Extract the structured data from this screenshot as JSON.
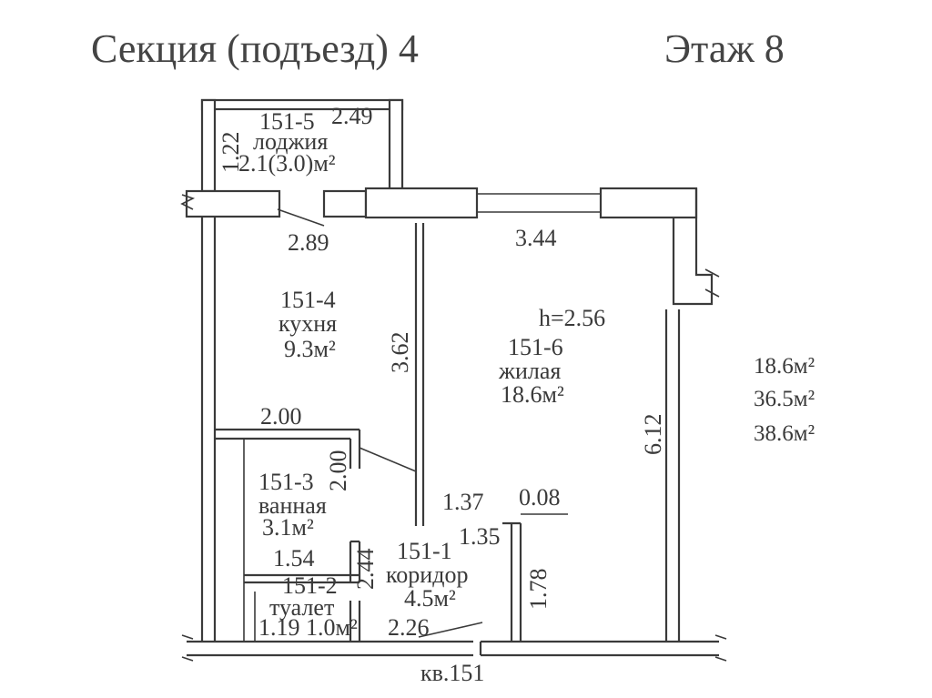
{
  "header": {
    "section": "Секция (подъезд) 4",
    "floor": "Этаж 8"
  },
  "rooms": {
    "loggia": {
      "id": "151-5",
      "name": "лоджия",
      "area": "2.1(3.0)м²"
    },
    "kitchen": {
      "id": "151-4",
      "name": "кухня",
      "area": "9.3м²"
    },
    "living": {
      "id": "151-6",
      "name": "жилая",
      "area": "18.6м²"
    },
    "bathroom": {
      "id": "151-3",
      "name": "ванная",
      "area": "3.1м²"
    },
    "corridor": {
      "id": "151-1",
      "name": "коридор",
      "area": "4.5м²"
    },
    "toilet": {
      "id": "151-2",
      "name": "туалет",
      "area": "1.0м²"
    }
  },
  "ceiling_height": "h=2.56",
  "dimensions": {
    "loggia_width": "2.49",
    "loggia_depth": "1.22",
    "kitchen_width": "2.89",
    "living_width": "3.44",
    "kitchen_depth": "3.62",
    "living_depth": "6.12",
    "bath_width": "2.00",
    "bath_depth": "2.00",
    "corridor_a": "1.37",
    "corridor_b": "0.08",
    "corridor_c": "1.35",
    "corridor_d": "1.78",
    "toilet_depth": "1.54",
    "corridor_e": "2.44",
    "toilet_width": "1.19",
    "corridor_f": "2.26"
  },
  "apartment_label": "кв.151",
  "totals": [
    "18.6м²",
    "36.5м²",
    "38.6м²"
  ]
}
